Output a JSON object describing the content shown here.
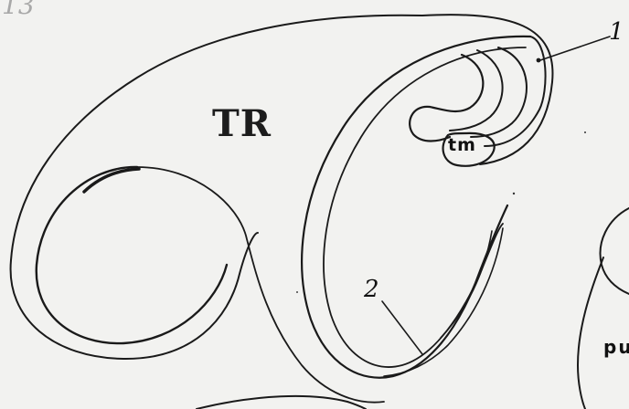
{
  "figure": {
    "corner_mark": "13",
    "labels": {
      "main_region": "TR",
      "inner_structure": "tm",
      "pointer_1": "1",
      "pointer_2": "2",
      "right_region": "pu"
    },
    "colors": {
      "paper": "#f2f2f0",
      "ink": "#1a1a1a",
      "pencil": "#a8a8a8"
    }
  }
}
